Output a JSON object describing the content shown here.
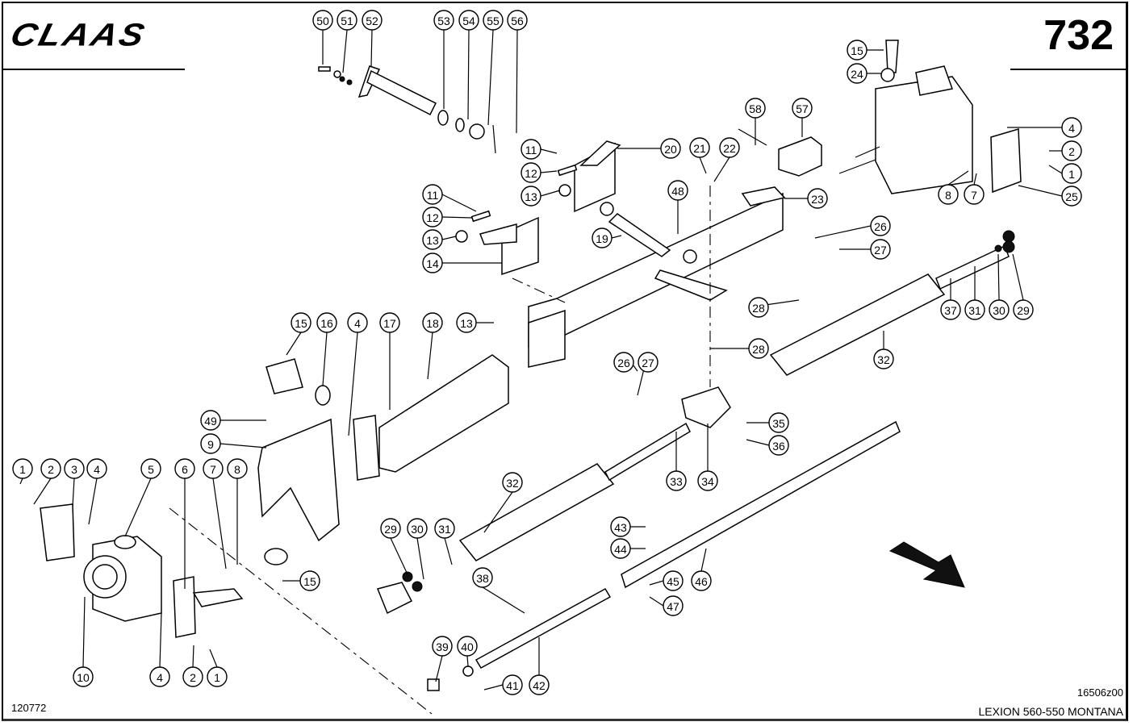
{
  "header": {
    "brand": "CLAAS",
    "page_number": "732"
  },
  "footer": {
    "document_id": "120772",
    "drawing_number": "16506z00",
    "model": "LEXION 560-550 MONTANA"
  },
  "direction_arrow": {
    "icon": "travel-direction-arrow-icon",
    "color": "#000000"
  },
  "callouts": [
    {
      "label": "50"
    },
    {
      "label": "51"
    },
    {
      "label": "52"
    },
    {
      "label": "53"
    },
    {
      "label": "54"
    },
    {
      "label": "55"
    },
    {
      "label": "56"
    },
    {
      "label": "15"
    },
    {
      "label": "24"
    },
    {
      "label": "4"
    },
    {
      "label": "2"
    },
    {
      "label": "1"
    },
    {
      "label": "8"
    },
    {
      "label": "7"
    },
    {
      "label": "25"
    },
    {
      "label": "58"
    },
    {
      "label": "57"
    },
    {
      "label": "11"
    },
    {
      "label": "12"
    },
    {
      "label": "13"
    },
    {
      "label": "20"
    },
    {
      "label": "21"
    },
    {
      "label": "22"
    },
    {
      "label": "48"
    },
    {
      "label": "23"
    },
    {
      "label": "11"
    },
    {
      "label": "12"
    },
    {
      "label": "13"
    },
    {
      "label": "14"
    },
    {
      "label": "19"
    },
    {
      "label": "26"
    },
    {
      "label": "27"
    },
    {
      "label": "28"
    },
    {
      "label": "37"
    },
    {
      "label": "31"
    },
    {
      "label": "30"
    },
    {
      "label": "29"
    },
    {
      "label": "15"
    },
    {
      "label": "16"
    },
    {
      "label": "4"
    },
    {
      "label": "17"
    },
    {
      "label": "18"
    },
    {
      "label": "13"
    },
    {
      "label": "28"
    },
    {
      "label": "26"
    },
    {
      "label": "27"
    },
    {
      "label": "32"
    },
    {
      "label": "49"
    },
    {
      "label": "9"
    },
    {
      "label": "35"
    },
    {
      "label": "36"
    },
    {
      "label": "1"
    },
    {
      "label": "2"
    },
    {
      "label": "3"
    },
    {
      "label": "4"
    },
    {
      "label": "5"
    },
    {
      "label": "6"
    },
    {
      "label": "7"
    },
    {
      "label": "8"
    },
    {
      "label": "33"
    },
    {
      "label": "34"
    },
    {
      "label": "32"
    },
    {
      "label": "29"
    },
    {
      "label": "30"
    },
    {
      "label": "31"
    },
    {
      "label": "43"
    },
    {
      "label": "44"
    },
    {
      "label": "45"
    },
    {
      "label": "46"
    },
    {
      "label": "47"
    },
    {
      "label": "15"
    },
    {
      "label": "38"
    },
    {
      "label": "39"
    },
    {
      "label": "40"
    },
    {
      "label": "41"
    },
    {
      "label": "42"
    },
    {
      "label": "10"
    },
    {
      "label": "4"
    },
    {
      "label": "2"
    },
    {
      "label": "1"
    }
  ]
}
